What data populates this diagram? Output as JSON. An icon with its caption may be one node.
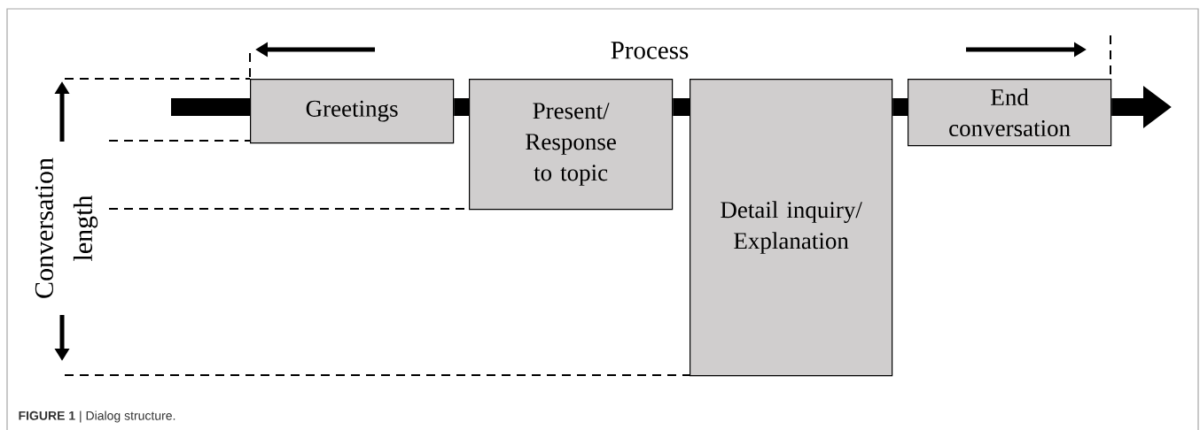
{
  "diagram": {
    "caption": "**FIGURE 1** | Dialog structure.",
    "nodes": [
      {
        "text": [
          "Greetings"
        ]
      },
      {
        "text": [
          "Present/ Response to topic"
        ]
      },
      {
        "text": [
          "Detail inquiry/ Explanation"
        ]
      },
      {
        "text": [
          "End conversation"
        ]
      }
    ],
    "edges": [
      {
        "from": null,
        "to": 0,
        "arrow": "none"
      },
      {
        "from": 0,
        "to": 1,
        "arrow": "none"
      },
      {
        "from": 1,
        "to": 2,
        "arrow": "none"
      },
      {
        "from": 2,
        "to": 3,
        "arrow": "none"
      },
      {
        "from": 3,
        "to": null,
        "arrow": "to"
      }
    ],
    "labels": [
      "Process",
      "Conversation length"
    ]
  }
}
